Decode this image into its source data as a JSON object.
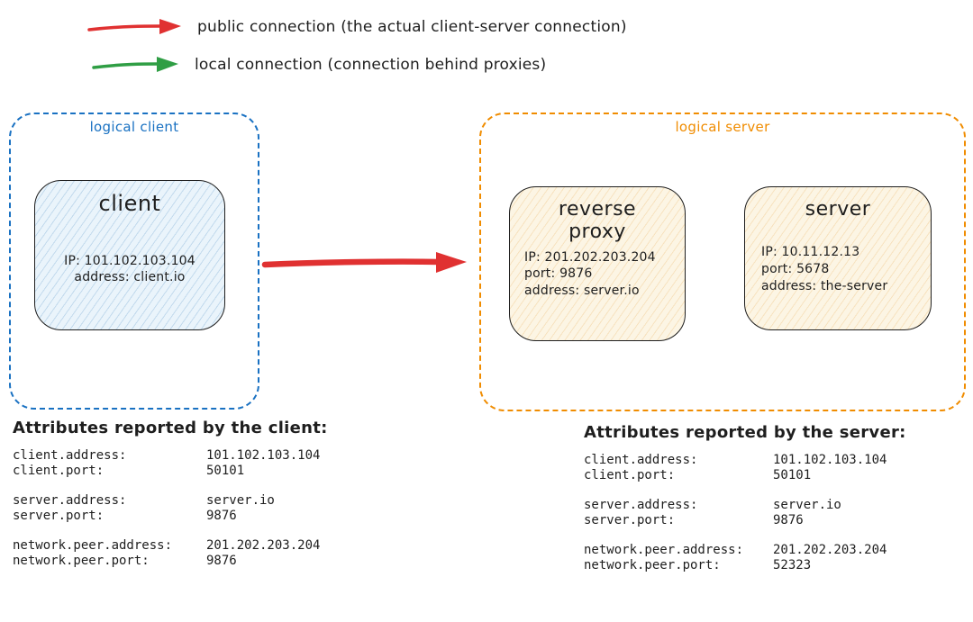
{
  "colors": {
    "public_connection": "#e03131",
    "local_connection": "#2f9e44",
    "logical_client_border": "#1971c2",
    "logical_server_border": "#f08c00",
    "client_node_fill": "#eaf4fb",
    "server_node_fill": "#fcf5e4",
    "text": "#1e1e1e"
  },
  "legend": {
    "public": {
      "label": "public connection (the actual client-server connection)",
      "color": "#e03131"
    },
    "local": {
      "label": "local connection (connection behind proxies)",
      "color": "#2f9e44"
    }
  },
  "logical_client": {
    "label": "logical client",
    "client_node": {
      "title": "client",
      "lines": [
        "IP: 101.102.103.104",
        "address: client.io"
      ]
    }
  },
  "logical_server": {
    "label": "logical server",
    "reverse_proxy_node": {
      "title": "reverse proxy",
      "lines": [
        "IP: 201.202.203.204",
        "port: 9876",
        "address: server.io"
      ]
    },
    "server_node": {
      "title": "server",
      "lines": [
        "IP: 10.11.12.13",
        "port: 5678",
        "address: the-server"
      ]
    }
  },
  "client_attributes": {
    "heading": "Attributes reported by the client:",
    "groups": [
      {
        "rows": [
          {
            "key": "client.address:",
            "value": "101.102.103.104"
          },
          {
            "key": "client.port:",
            "value": "50101"
          }
        ]
      },
      {
        "rows": [
          {
            "key": "server.address:",
            "value": "server.io"
          },
          {
            "key": "server.port:",
            "value": "9876"
          }
        ]
      },
      {
        "rows": [
          {
            "key": "network.peer.address:",
            "value": "201.202.203.204"
          },
          {
            "key": "network.peer.port:",
            "value": "9876"
          }
        ]
      }
    ]
  },
  "server_attributes": {
    "heading": "Attributes reported by the server:",
    "groups": [
      {
        "rows": [
          {
            "key": "client.address:",
            "value": "101.102.103.104"
          },
          {
            "key": "client.port:",
            "value": "50101"
          }
        ]
      },
      {
        "rows": [
          {
            "key": "server.address:",
            "value": "server.io"
          },
          {
            "key": "server.port:",
            "value": "9876"
          }
        ]
      },
      {
        "rows": [
          {
            "key": "network.peer.address:",
            "value": "201.202.203.204"
          },
          {
            "key": "network.peer.port:",
            "value": "52323"
          }
        ]
      }
    ]
  }
}
